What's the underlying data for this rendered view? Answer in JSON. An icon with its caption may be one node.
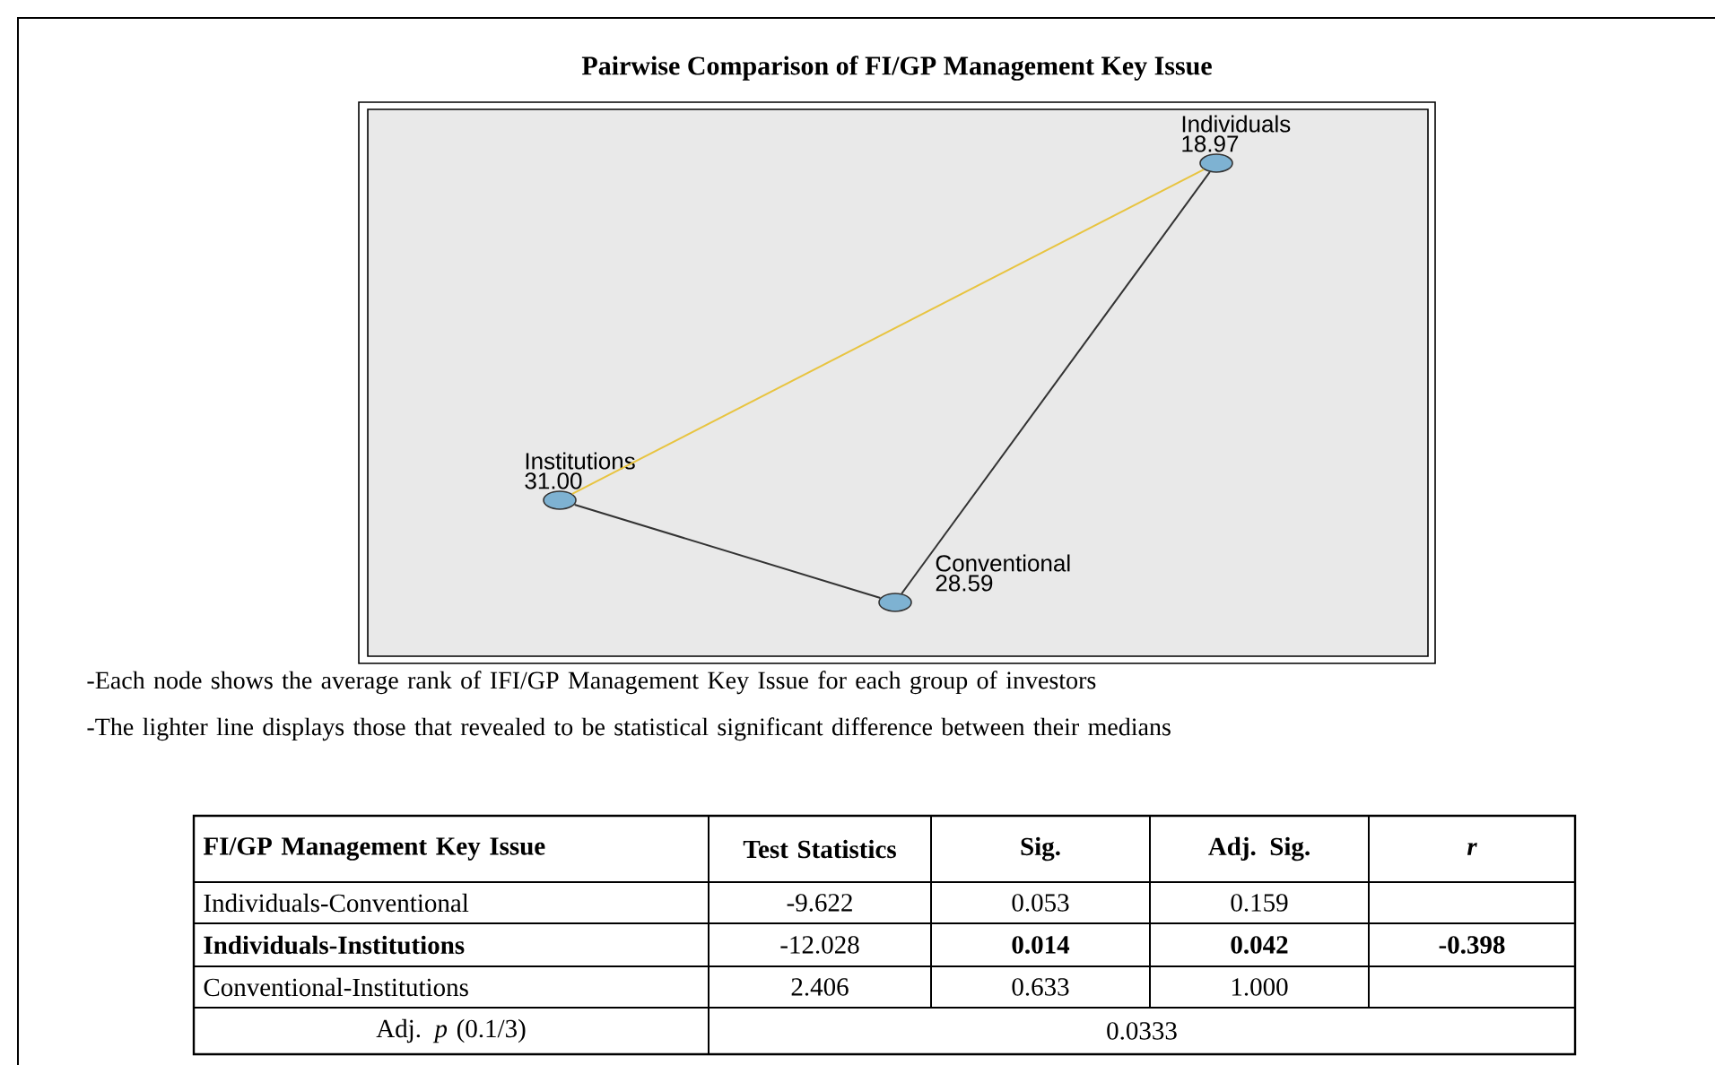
{
  "diagram": {
    "title": "Pairwise Comparison of FI/GP Management Key Issue",
    "nodes": [
      {
        "text": [
          "Individuals",
          "18.97"
        ]
      },
      {
        "text": [
          "Institutions",
          "31.00"
        ]
      },
      {
        "text": [
          "Conventional",
          "28.59"
        ]
      }
    ],
    "edges": [
      {
        "from": 0,
        "to": 1,
        "arrow": "none",
        "color": "#e8c440"
      },
      {
        "from": 0,
        "to": 2,
        "arrow": "none"
      },
      {
        "from": 1,
        "to": 2,
        "arrow": "none"
      }
    ],
    "labels": [
      "-Each node shows the average rank of IFI/GP Management Key Issue for each group of investors",
      "-The lighter line displays those that revealed to be statistical significant difference between their medians",
      "FI/GP Management Key Issue",
      "Test Statistics",
      "Sig.",
      "Adj. Sig.",
      "r",
      "Individuals-Conventional",
      "-9.622",
      "0.053",
      "0.159",
      "Individuals-Institutions",
      "-12.028",
      "0.014",
      "0.042",
      "-0.398",
      "Conventional-Institutions",
      "2.406",
      "0.633",
      "1.000",
      "Adj. *p* (0.1/3)",
      "0.0333"
    ]
  }
}
